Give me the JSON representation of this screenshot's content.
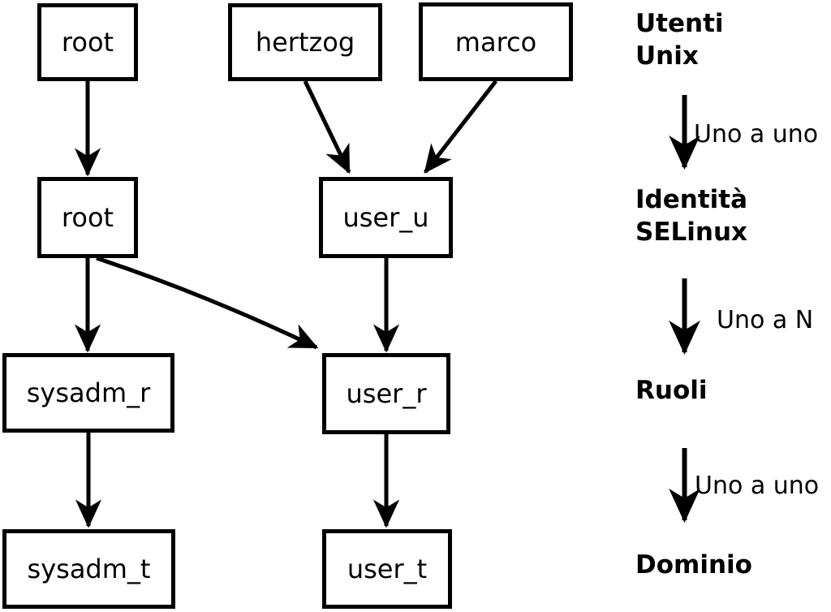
{
  "nodes": {
    "unix_root": "root",
    "unix_hertzog": "hertzog",
    "unix_marco": "marco",
    "selinux_root": "root",
    "selinux_user_u": "user_u",
    "role_sysadm_r": "sysadm_r",
    "role_user_r": "user_r",
    "domain_sysadm_t": "sysadm_t",
    "domain_user_t": "user_t"
  },
  "edges": [
    {
      "from": "unix_root",
      "to": "selinux_root"
    },
    {
      "from": "unix_hertzog",
      "to": "selinux_user_u"
    },
    {
      "from": "unix_marco",
      "to": "selinux_user_u"
    },
    {
      "from": "selinux_root",
      "to": "role_sysadm_r"
    },
    {
      "from": "selinux_root",
      "to": "role_user_r"
    },
    {
      "from": "selinux_user_u",
      "to": "role_user_r"
    },
    {
      "from": "role_sysadm_r",
      "to": "domain_sysadm_t"
    },
    {
      "from": "role_user_r",
      "to": "domain_user_t"
    }
  ],
  "legend": {
    "levels": [
      {
        "lines": "Utenti\nUnix"
      },
      {
        "lines": "Identità\nSELinux"
      },
      {
        "lines": "Ruoli"
      },
      {
        "lines": "Dominio"
      }
    ],
    "relations": [
      {
        "label": "Uno a uno"
      },
      {
        "label": "Uno a N"
      },
      {
        "label": "Uno a uno"
      }
    ]
  },
  "colors": {
    "stroke": "#000000",
    "background": "#ffffff"
  }
}
